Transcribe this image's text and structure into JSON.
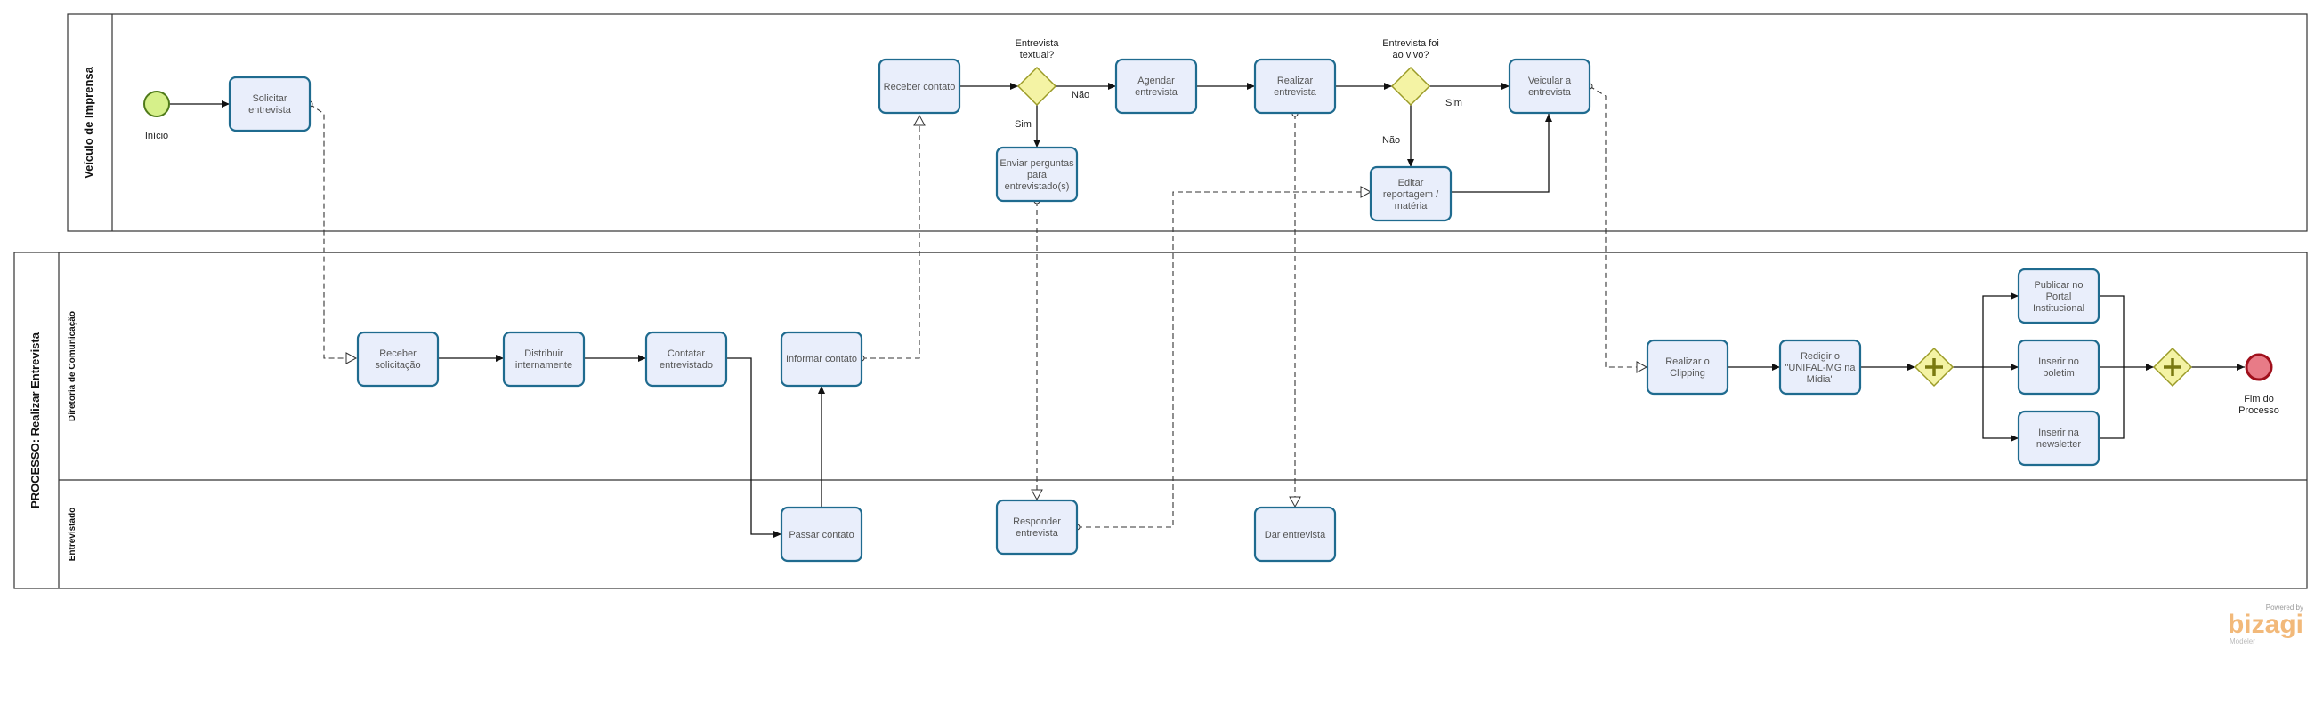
{
  "pools": {
    "top": {
      "title": "Veículo de Imprensa"
    },
    "bottom": {
      "title": "PROCESSO: Realizar Entrevista",
      "lanes": [
        "Diretoria de Comunicação",
        "Entrevistado"
      ]
    }
  },
  "events": {
    "start": "Início",
    "end": "Fim do Processo"
  },
  "tasks": {
    "solicitar": "Solicitar entrevista",
    "receber_contato": "Receber contato",
    "agendar": "Agendar entrevista",
    "realizar_entrevista": "Realizar entrevista",
    "veicular": "Veicular a entrevista",
    "enviar_perguntas": "Enviar perguntas para entrevistado(s)",
    "editar": "Editar reportagem / matéria",
    "receber_solicitacao": "Receber solicitação",
    "distribuir": "Distribuir internamente",
    "contatar": "Contatar entrevistado",
    "informar": "Informar contato",
    "realizar_clipping": "Realizar o Clipping",
    "redigir": "Redigir o \"UNIFAL-MG na Mídia\"",
    "publicar": "Publicar no Portal Institucional",
    "inserir_boletim": "Inserir no boletim",
    "inserir_newsletter": "Inserir na newsletter",
    "passar_contato": "Passar contato",
    "responder": "Responder entrevista",
    "dar_entrevista": "Dar entrevista"
  },
  "gateways": {
    "textual": "Entrevista textual?",
    "ao_vivo": "Entrevista foi ao vivo?"
  },
  "flow_labels": {
    "nao_1": "Não",
    "sim_1": "Sim",
    "sim_2": "Sim",
    "nao_2": "Não"
  },
  "logo": {
    "powered": "Powered by",
    "name": "bizagi",
    "sub": "Modeler"
  },
  "colors": {
    "task_fill": "#e9eefb",
    "task_stroke": "#1f6b8f",
    "gateway_fill": "#f4f3a4",
    "start_fill": "#d6f08a",
    "end_fill": "#e87b87"
  }
}
